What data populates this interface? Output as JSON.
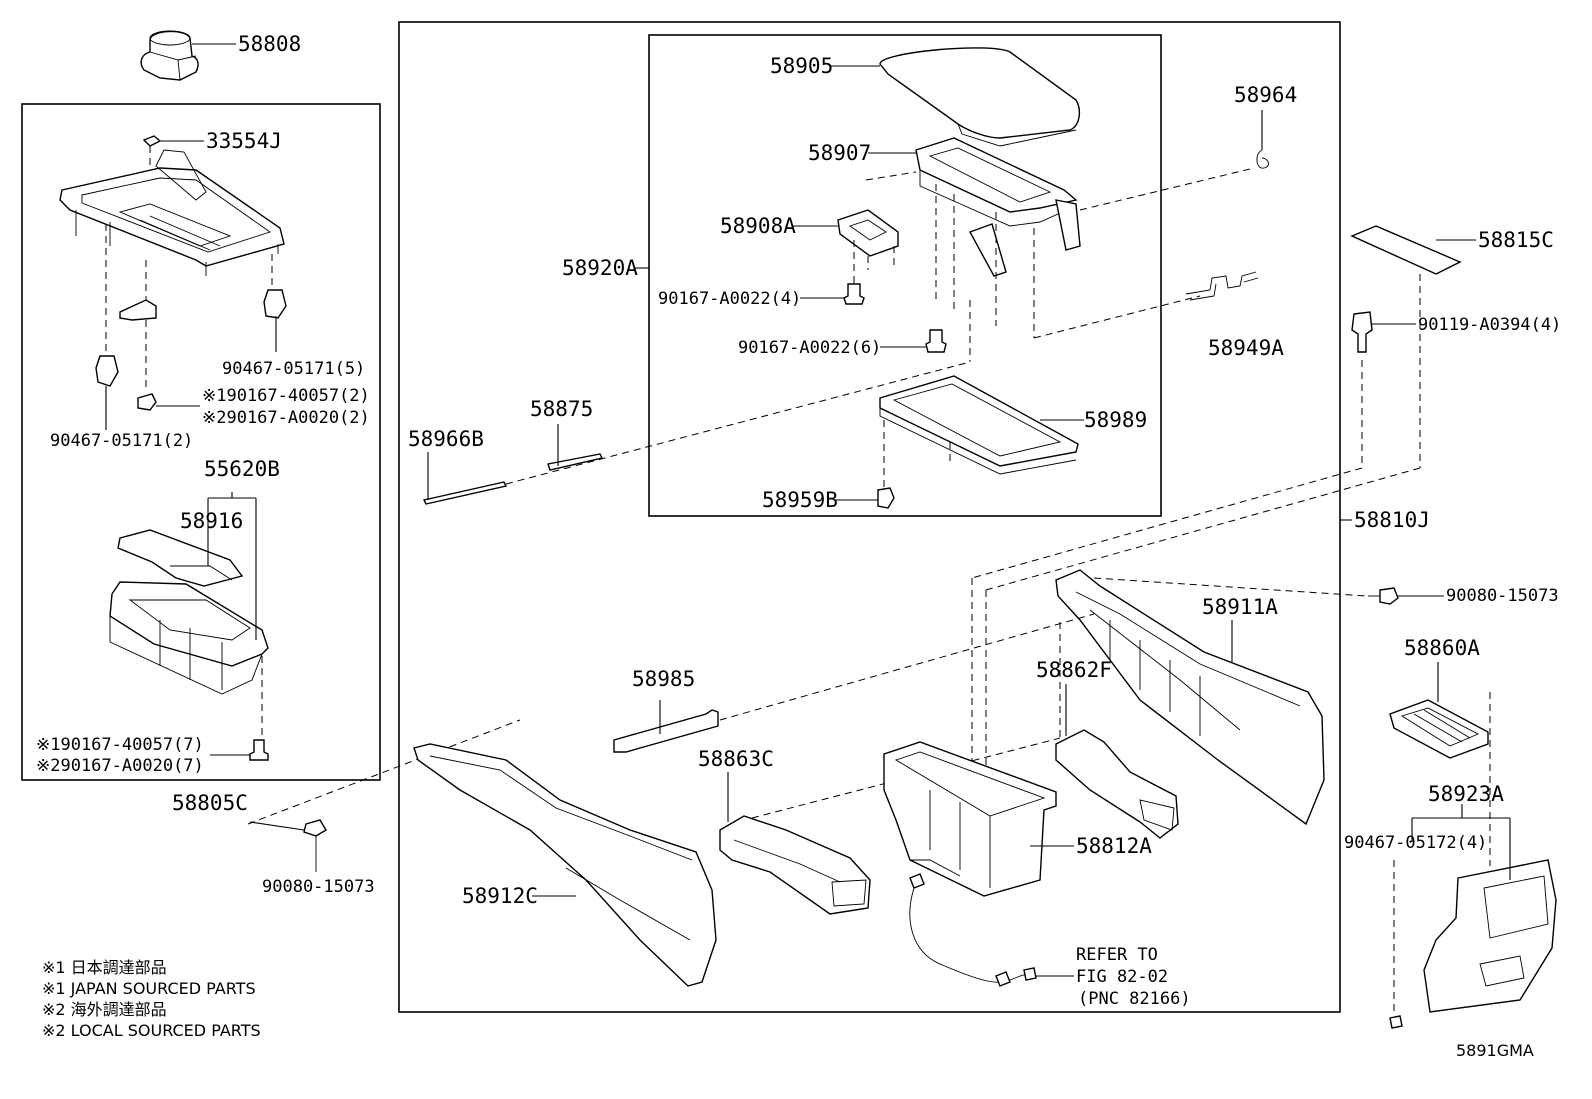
{
  "diagram_code": "5891GMA",
  "parts": {
    "p58808": "58808",
    "p33554j": "33554J",
    "p90467_05171_5": "90467-05171(5)",
    "p90167_40057_2": "※190167-40057(2)",
    "p90167_a0020_2": "※290167-A0020(2)",
    "p90467_05171_2": "90467-05171(2)",
    "p55620b": "55620B",
    "p58916": "58916",
    "p90167_40057_7": "※190167-40057(7)",
    "p90167_a0020_7": "※290167-A0020(7)",
    "p58805c": "58805C",
    "p90080_15073_l": "90080-15073",
    "p58905": "58905",
    "p58907": "58907",
    "p58908a": "58908A",
    "p58920a": "58920A",
    "p90167_a0022_4": "90167-A0022(4)",
    "p90167_a0022_6": "90167-A0022(6)",
    "p58989": "58989",
    "p58959b": "58959B",
    "p58964": "58964",
    "p58949a": "58949A",
    "p58966b": "58966B",
    "p58875": "58875",
    "p58815c": "58815C",
    "p90119_a0394_4": "90119-A0394(4)",
    "p58810j": "58810J",
    "p90080_15073_r": "90080-15073",
    "p58911a": "58911A",
    "p58860a": "58860A",
    "p58862f": "58862F",
    "p58985": "58985",
    "p58863c": "58863C",
    "p58812a": "58812A",
    "p58923a": "58923A",
    "p90467_05172_4": "90467-05172(4)",
    "p58912c": "58912C"
  },
  "refer": {
    "line1": "REFER TO",
    "line2": "FIG 82-02",
    "line3": "(PNC 82166)"
  },
  "legend": {
    "line1": "※1 日本調達部品",
    "line2": "※1 JAPAN SOURCED PARTS",
    "line3": "※2 海外調達部品",
    "line4": "※2 LOCAL SOURCED PARTS"
  }
}
